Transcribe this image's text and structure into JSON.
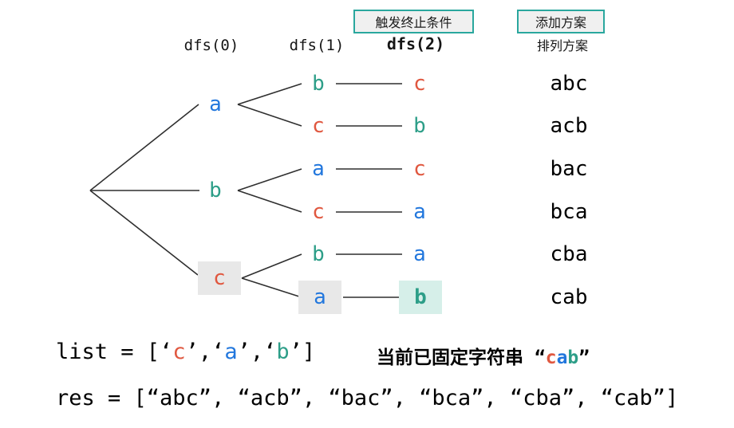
{
  "colors": {
    "blue": "#2277dd",
    "teal": "#2d9e88",
    "red": "#e05840",
    "border_teal": "#2aa79e",
    "gray_box": "#e8e8e8",
    "mint_box": "#d6efe9",
    "line": "#2f2f2f",
    "text": "#151515",
    "box_fill": "#f0f0f0"
  },
  "annotations": {
    "termination": "触发终止条件",
    "add_solution": "添加方案"
  },
  "headers": [
    {
      "label": "dfs(0)"
    },
    {
      "label": "dfs(1)"
    },
    {
      "label": "dfs(2)",
      "bold": true
    },
    {
      "label": "排列方案"
    }
  ],
  "tree": {
    "level1": [
      {
        "char": "a",
        "color": "blue"
      },
      {
        "char": "b",
        "color": "teal"
      },
      {
        "char": "c",
        "color": "red",
        "highlight": "gray"
      }
    ],
    "level2": [
      {
        "char": "b",
        "color": "teal"
      },
      {
        "char": "c",
        "color": "red"
      },
      {
        "char": "a",
        "color": "blue"
      },
      {
        "char": "c",
        "color": "red"
      },
      {
        "char": "b",
        "color": "teal"
      },
      {
        "char": "a",
        "color": "blue",
        "highlight": "gray"
      }
    ],
    "level3": [
      {
        "char": "c",
        "color": "red"
      },
      {
        "char": "b",
        "color": "teal"
      },
      {
        "char": "c",
        "color": "red"
      },
      {
        "char": "a",
        "color": "blue"
      },
      {
        "char": "a",
        "color": "blue"
      },
      {
        "char": "b",
        "color": "teal",
        "highlight": "mint",
        "bold": true
      }
    ]
  },
  "results": [
    "abc",
    "acb",
    "bac",
    "bca",
    "cba",
    "cab"
  ],
  "code": {
    "list_line": {
      "segments": [
        {
          "text": "list = [‘"
        },
        {
          "text": "c",
          "color": "red"
        },
        {
          "text": "’,‘"
        },
        {
          "text": "a",
          "color": "blue"
        },
        {
          "text": "’,‘"
        },
        {
          "text": "b",
          "color": "teal"
        },
        {
          "text": "’]"
        }
      ]
    },
    "fixed_caption": {
      "segments": [
        {
          "text": "当前已固定字符串 “"
        },
        {
          "text": "c",
          "color": "red"
        },
        {
          "text": "a",
          "color": "blue"
        },
        {
          "text": "b",
          "color": "teal"
        },
        {
          "text": "”"
        }
      ]
    },
    "res_line": "res = [“abc”, “acb”, “bac”, “bca”, “cba”, “cab”]"
  }
}
